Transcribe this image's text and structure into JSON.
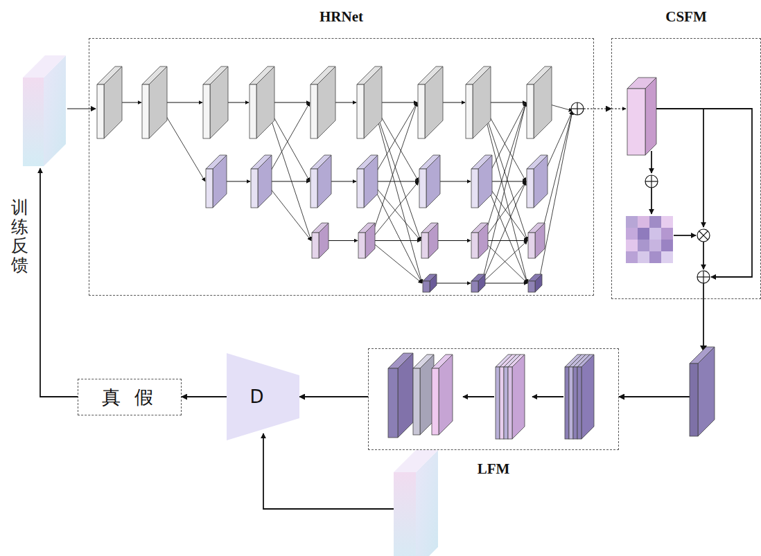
{
  "diagram": {
    "nodes": [
      {
        "text": [
          "HRNet"
        ]
      },
      {
        "text": [
          "CSFM"
        ]
      },
      {
        "text": [
          "LFM"
        ]
      },
      {
        "text": [
          "D"
        ]
      },
      {
        "text": [
          "真 假"
        ]
      }
    ],
    "edges": [
      {
        "from": 0,
        "to": 1,
        "arrow": "to"
      },
      {
        "from": 1,
        "to": 2,
        "arrow": "to"
      },
      {
        "from": 2,
        "to": 3,
        "arrow": "to"
      },
      {
        "from": 3,
        "to": 4,
        "arrow": "to"
      }
    ],
    "labels": [
      "训练反馈"
    ]
  }
}
